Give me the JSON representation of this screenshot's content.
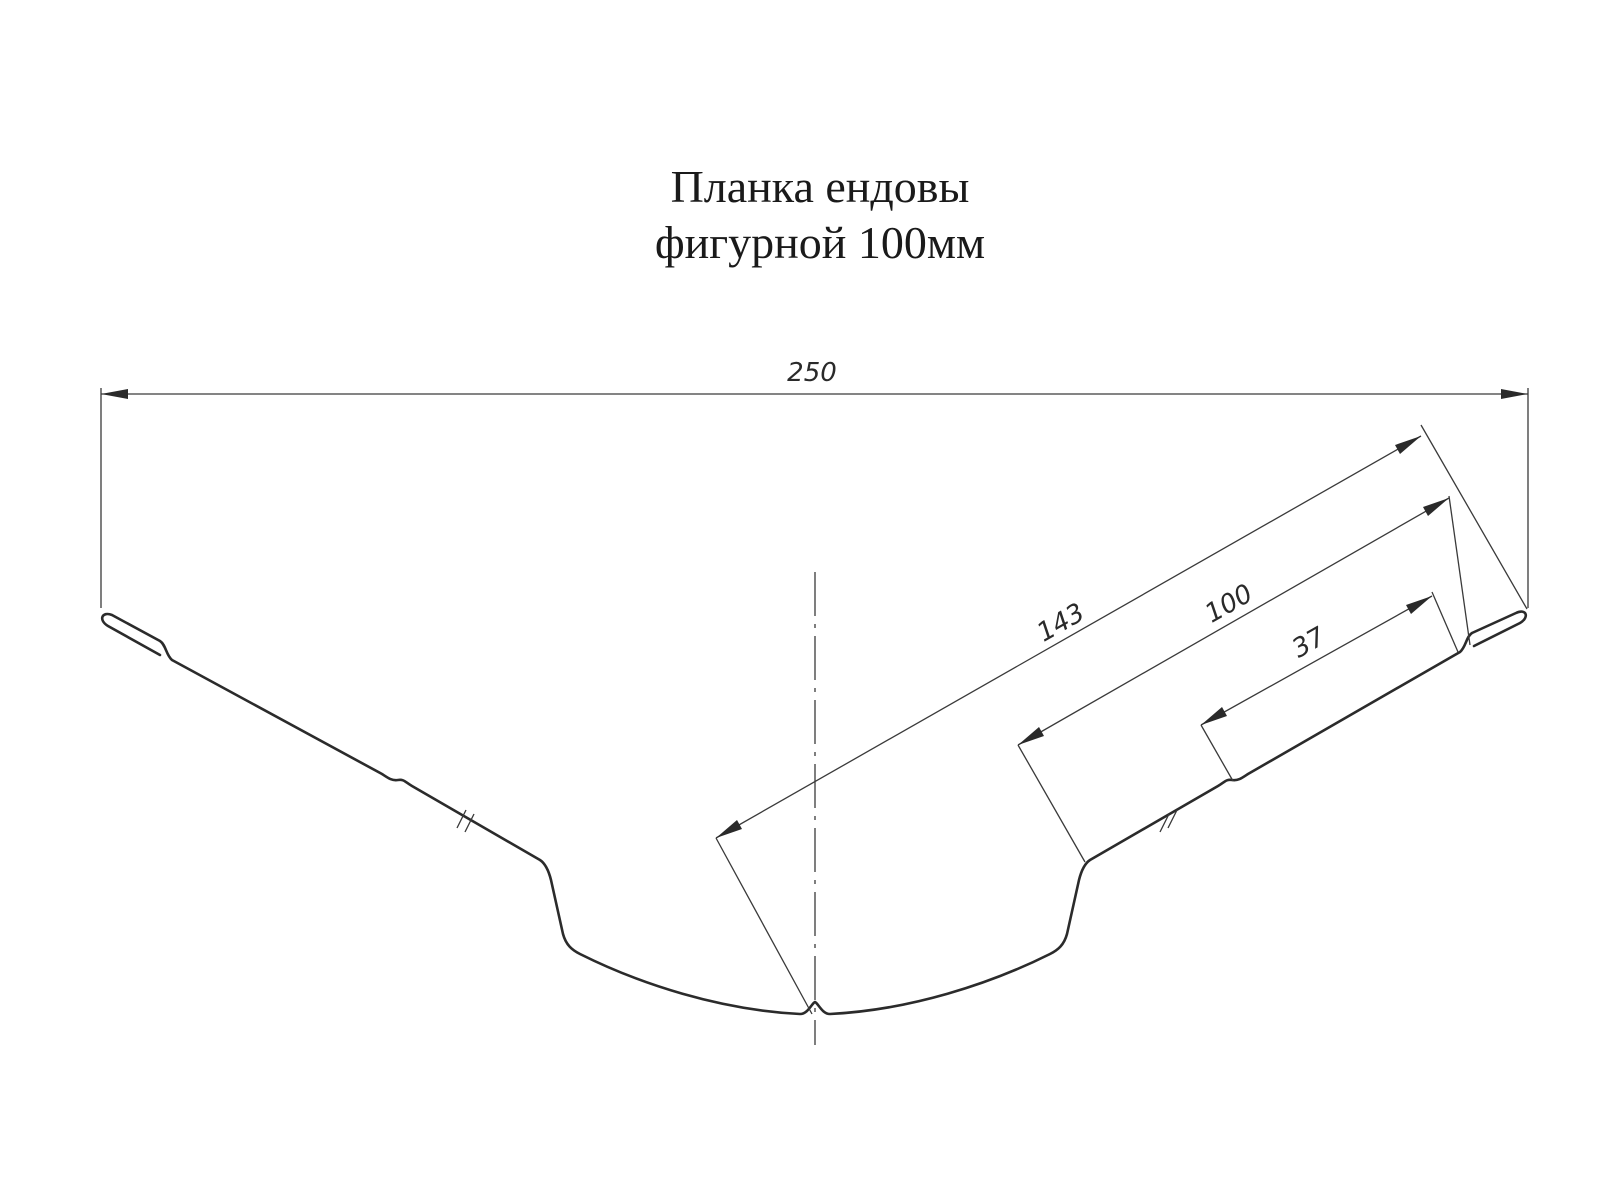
{
  "title": {
    "line1": "Планка ендовы",
    "line2": "фигурной 100мм"
  },
  "dimensions": {
    "total_width": "250",
    "slope_length": "143",
    "inner_length": "100",
    "short_length": "37"
  },
  "colors": {
    "background": "#ffffff",
    "line": "#2b2b2b"
  }
}
